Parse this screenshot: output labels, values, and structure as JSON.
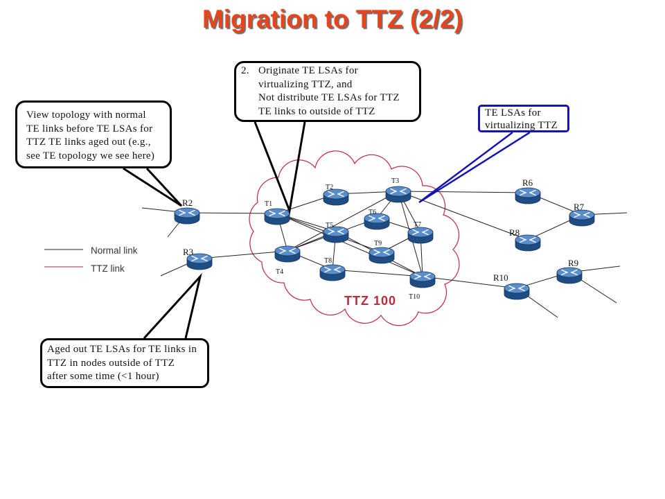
{
  "title": "Migration to TTZ (2/2)",
  "callouts": {
    "normal_topology": {
      "lines": [
        "View topology with normal",
        "TE links before TE LSAs for",
        "TTZ TE links aged out (e.g.,",
        "see TE topology we see here)"
      ]
    },
    "originate": {
      "number": "2.",
      "lines": [
        "Originate TE LSAs for",
        "virtualizing TTZ, and",
        "Not distribute TE LSAs for TTZ",
        "TE links to outside of TTZ"
      ]
    },
    "virtual_te": {
      "lines": [
        "TE LSAs for",
        "virtualizing TTZ"
      ]
    },
    "aged_out": {
      "lines": [
        "Aged out TE LSAs for TE links in",
        "TTZ in nodes outside of TTZ",
        "after some time (<1 hour)"
      ]
    }
  },
  "legend": {
    "normal_link": "Normal link",
    "ttz_link": "TTZ link"
  },
  "ttz": {
    "label": "TTZ 100"
  },
  "nodes": {
    "R2": "R2",
    "R3": "R3",
    "R6": "R6",
    "R7": "R7",
    "R8": "R8",
    "R9": "R9",
    "R10": "R10",
    "T1": "T1",
    "T2": "T2",
    "T3": "T3",
    "T4": "T4",
    "T5": "T5",
    "T6": "T6",
    "T7": "T7",
    "T8": "T8",
    "T9": "T9",
    "T10": "T10"
  },
  "colors": {
    "title": "#e8431a",
    "ttz": "#c0283a",
    "ttz_link": "#a0283a",
    "normal_link": "#222222",
    "callout_blue": "#1414b4",
    "router_top": "#5a8ecb",
    "router_body": "#1f4c83"
  }
}
